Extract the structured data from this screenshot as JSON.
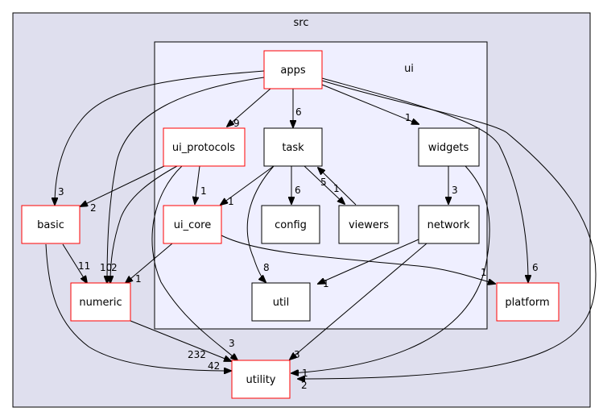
{
  "clusters": {
    "src": {
      "label": "src"
    },
    "ui": {
      "label": "ui"
    }
  },
  "nodes": {
    "apps": "apps",
    "ui_protocols": "ui_protocols",
    "task": "task",
    "widgets": "widgets",
    "ui_core": "ui_core",
    "config": "config",
    "viewers": "viewers",
    "network": "network",
    "util": "util",
    "basic": "basic",
    "numeric": "numeric",
    "platform": "platform",
    "utility": "utility"
  },
  "edges": {
    "apps_ui_protocols": "9",
    "apps_task": "6",
    "apps_widgets": "1",
    "apps_basic": "3",
    "apps_platform": "6",
    "apps_utility": "2",
    "apps_numeric": "10",
    "ui_protocols_basic": "2",
    "ui_protocols_ui_core": "1",
    "ui_protocols_numeric": "2",
    "ui_protocols_utility": "3",
    "task_ui_core": "1",
    "task_config": "6",
    "task_viewers": "1",
    "task_util": "8",
    "viewers_task": "5",
    "widgets_network": "3",
    "widgets_utility": "1",
    "ui_core_numeric": "1",
    "ui_core_platform": "1",
    "network_util": "1",
    "network_utility": "3",
    "basic_numeric": "11",
    "basic_utility": "42",
    "numeric_utility": "232"
  },
  "colors": {
    "src_fill": "#dfdfee",
    "ui_fill": "#efefff",
    "external_border": "#ff0000",
    "internal_border": "#000000"
  }
}
